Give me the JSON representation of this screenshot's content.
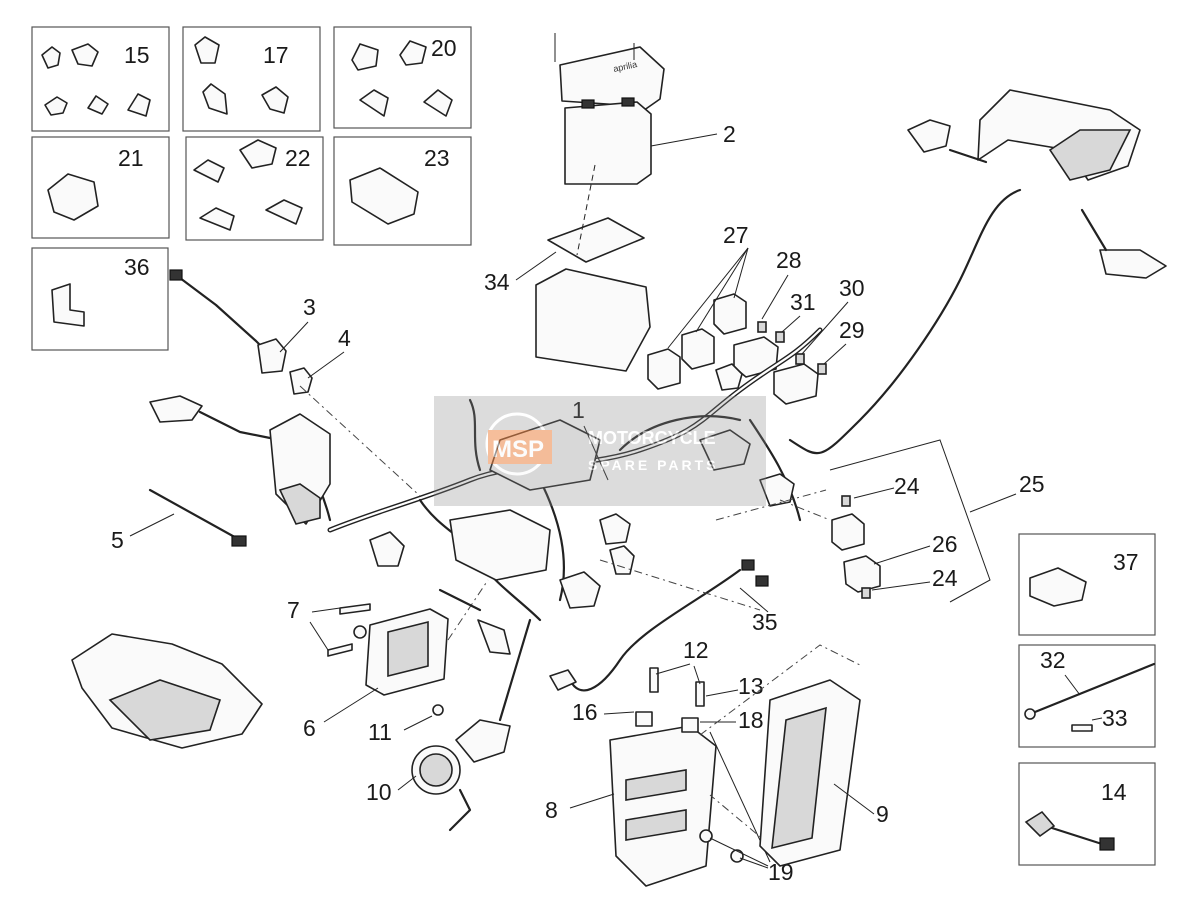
{
  "callouts": {
    "c1": "1",
    "c2": "2",
    "c3": "3",
    "c4": "4",
    "c5": "5",
    "c6": "6",
    "c7": "7",
    "c8": "8",
    "c9": "9",
    "c10": "10",
    "c11": "11",
    "c12": "12",
    "c13": "13",
    "c14": "14",
    "c15": "15",
    "c16": "16",
    "c17": "17",
    "c18": "18",
    "c19": "19",
    "c20": "20",
    "c21": "21",
    "c22": "22",
    "c23": "23",
    "c24a": "24",
    "c24b": "24",
    "c25": "25",
    "c26": "26",
    "c27": "27",
    "c28": "28",
    "c29": "29",
    "c30": "30",
    "c31": "31",
    "c32": "32",
    "c33": "33",
    "c34": "34",
    "c35": "35",
    "c36": "36",
    "c37": "37"
  },
  "watermark": {
    "logo": "MSP",
    "line1": "MOTORCYCLE",
    "line2": "SPARE PARTS",
    "color": "#f08a4b"
  },
  "battery_cover_text": "aprilia",
  "colors": {
    "line": "#222222",
    "box_border": "#555555",
    "watermark_box": "#8a8a8a"
  }
}
